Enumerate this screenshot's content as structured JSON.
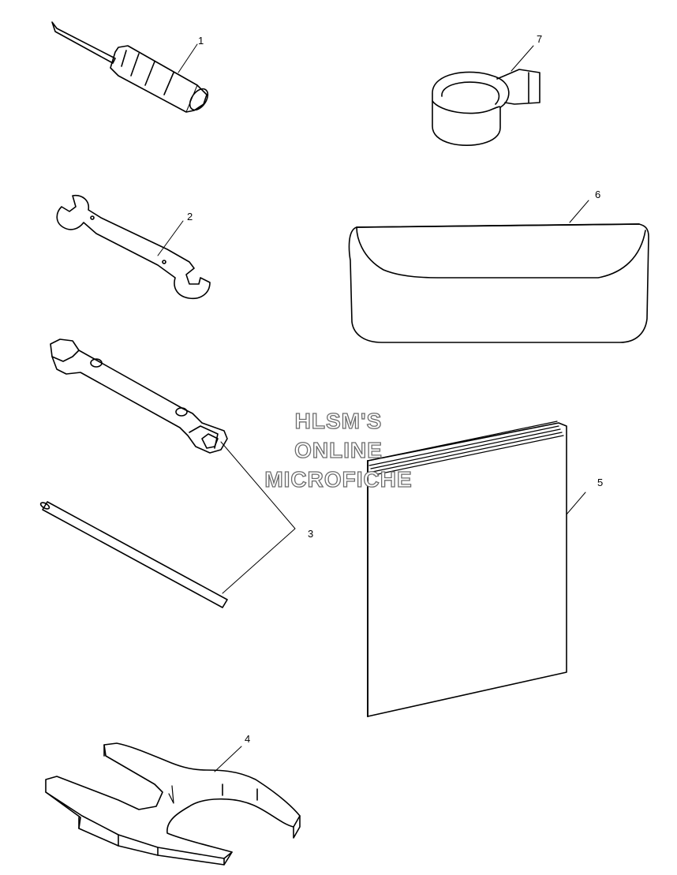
{
  "callouts": {
    "screwdriver": "1",
    "open_end_wrench": "2",
    "socket_wrench_and_bar": "3",
    "spanner_tool": "4",
    "owners_manual": "5",
    "tool_pouch": "6",
    "strap": "7"
  },
  "watermark": {
    "line1": "HLSM'S",
    "line2": "ONLINE",
    "line3": "MICROFICHE"
  }
}
